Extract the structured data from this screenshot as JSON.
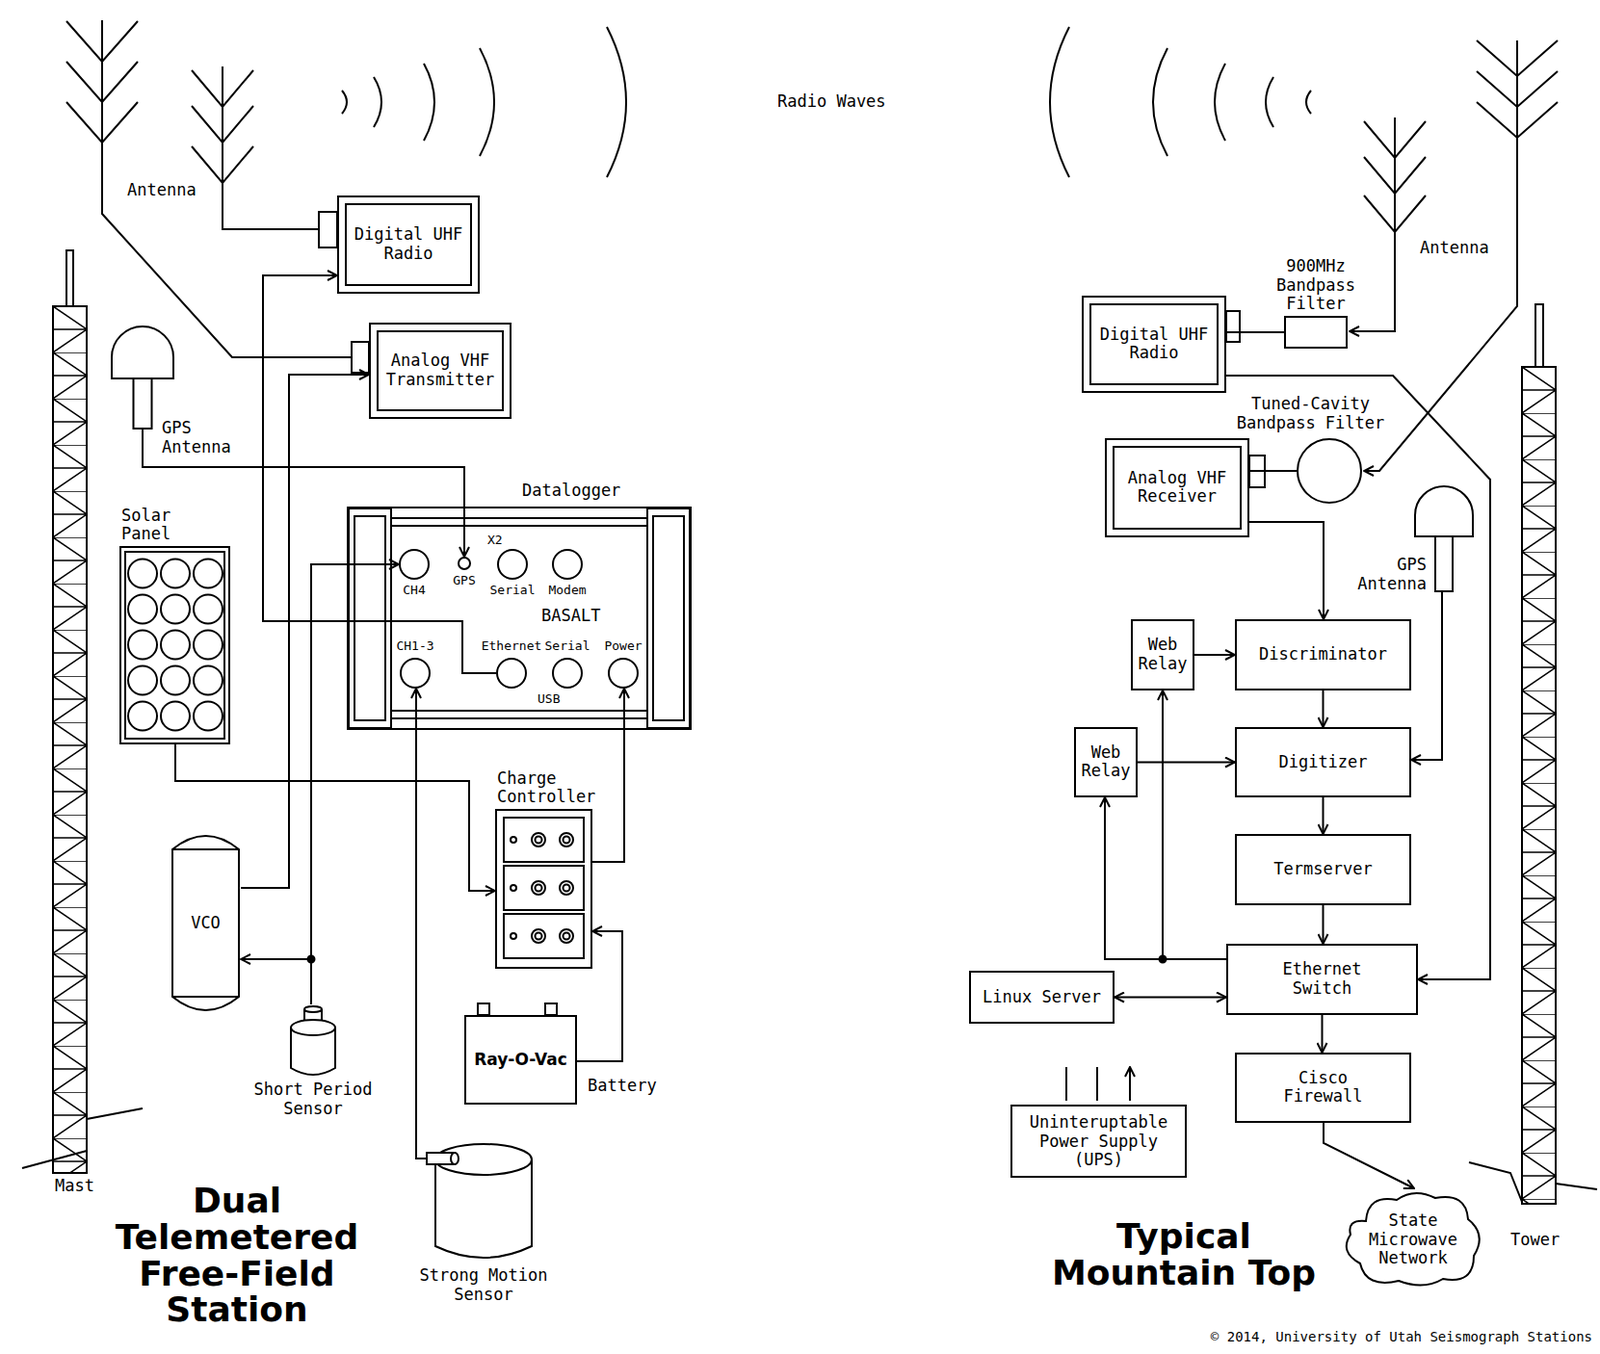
{
  "diagram": {
    "nodes": [
      {
        "text": [
          "Digital UHF Radio"
        ]
      },
      {
        "text": [
          "Analog VHF Transmitter"
        ]
      },
      {
        "text": [
          "GPS Antenna"
        ]
      },
      {
        "text": [
          "Datalogger",
          "BASALT"
        ]
      },
      {
        "text": [
          "CH4"
        ],
        "in": 3
      },
      {
        "text": [
          "GPS"
        ],
        "in": 3
      },
      {
        "text": [
          "Serial"
        ],
        "in": 3
      },
      {
        "text": [
          "Modem"
        ],
        "in": 3
      },
      {
        "text": [
          "CH1-3"
        ],
        "in": 3
      },
      {
        "text": [
          "Ethernet"
        ],
        "in": 3
      },
      {
        "text": [
          "Serial"
        ],
        "in": 3
      },
      {
        "text": [
          "Power"
        ],
        "in": 3
      },
      {
        "text": [
          "Solar Panel"
        ]
      },
      {
        "text": [
          "Charge Controller"
        ]
      },
      {
        "text": [
          "VCO"
        ]
      },
      {
        "text": [
          "Short Period Sensor"
        ]
      },
      {
        "text": [
          "Ray-O-Vac",
          "Battery"
        ]
      },
      {
        "text": [
          "Strong Motion Sensor"
        ]
      },
      {
        "text": [
          "900MHz Bandpass Filter"
        ]
      },
      {
        "text": [
          "Digital UHF Radio"
        ]
      },
      {
        "text": [
          "Tuned-Cavity Bandpass Filter"
        ]
      },
      {
        "text": [
          "Analog VHF Receiver"
        ]
      },
      {
        "text": [
          "GPS Antenna"
        ]
      },
      {
        "text": [
          "Web Relay"
        ]
      },
      {
        "text": [
          "Discriminator"
        ]
      },
      {
        "text": [
          "Web Relay"
        ]
      },
      {
        "text": [
          "Digitizer"
        ]
      },
      {
        "text": [
          "Termserver"
        ]
      },
      {
        "text": [
          "Linux Server"
        ]
      },
      {
        "text": [
          "Ethernet Switch"
        ]
      },
      {
        "text": [
          "Cisco Firewall"
        ]
      },
      {
        "text": [
          "Uninteruptable Power Supply (UPS)"
        ]
      },
      {
        "text": [
          "State Microwave Network"
        ]
      }
    ],
    "edges": [
      {
        "from": 9,
        "to": 0,
        "arrow": "to"
      },
      {
        "from": 14,
        "to": 1,
        "arrow": "to"
      },
      {
        "from": 2,
        "to": 5,
        "arrow": "to"
      },
      {
        "from": 15,
        "to": 14,
        "arrow": "to"
      },
      {
        "from": 15,
        "to": 4,
        "arrow": "to"
      },
      {
        "from": 17,
        "to": 8,
        "arrow": "to"
      },
      {
        "from": 12,
        "to": 13,
        "arrow": "to"
      },
      {
        "from": 13,
        "to": 11,
        "arrow": "to"
      },
      {
        "from": 16,
        "to": 13,
        "arrow": "to"
      },
      {
        "from": 18,
        "to": 19,
        "arrow": "none"
      },
      {
        "from": 19,
        "to": 29,
        "arrow": "to"
      },
      {
        "from": 20,
        "to": 21,
        "arrow": "none"
      },
      {
        "from": 21,
        "to": 24,
        "arrow": "to"
      },
      {
        "from": 23,
        "to": 24,
        "arrow": "to"
      },
      {
        "from": 25,
        "to": 26,
        "arrow": "to"
      },
      {
        "from": 24,
        "to": 26,
        "arrow": "to"
      },
      {
        "from": 22,
        "to": 26,
        "arrow": "to"
      },
      {
        "from": 26,
        "to": 27,
        "arrow": "to"
      },
      {
        "from": 27,
        "to": 29,
        "arrow": "to"
      },
      {
        "from": 29,
        "to": 23,
        "arrow": "to"
      },
      {
        "from": 29,
        "to": 25,
        "arrow": "to"
      },
      {
        "from": 28,
        "to": 29,
        "arrow": "both"
      },
      {
        "from": 29,
        "to": 30,
        "arrow": "to"
      },
      {
        "from": 30,
        "to": 32,
        "arrow": "to"
      }
    ],
    "labels": [
      "Radio Waves",
      "Antenna",
      "Antenna",
      "X2",
      "USB",
      "Dual Telemetered Free-Field Station",
      "Mast",
      "Typical Mountain Top",
      "Tower",
      "© 2014, University of Utah Seismograph Stations"
    ]
  }
}
